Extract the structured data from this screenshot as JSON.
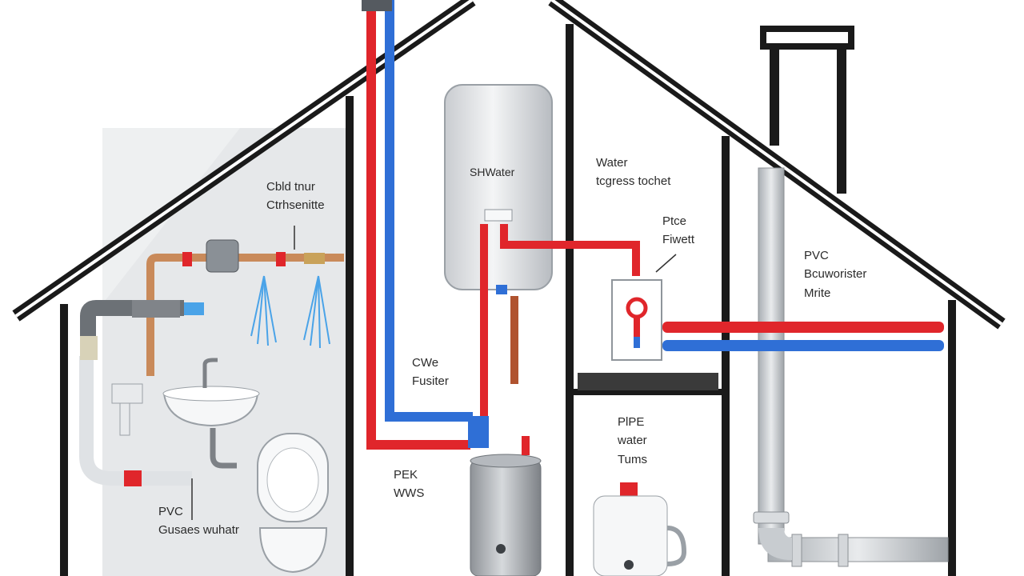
{
  "diagram": {
    "labels": {
      "cold_water": {
        "line1": "Cbld tnur",
        "line2": "Ctrhsenitte"
      },
      "shwater": {
        "line1": "SHWater"
      },
      "water_tee": {
        "line1": "Water",
        "line2": "tcgress tochet"
      },
      "pipe_fitting": {
        "line1": "Ptce",
        "line2": "Fiwett"
      },
      "pvc_top": {
        "line1": "PVC",
        "line2": "Bcuworister",
        "line3": "Mrite"
      },
      "cwe_hater": {
        "line1": "CWe",
        "line2": "Fusiter"
      },
      "pex": {
        "line1": "PEK",
        "line2": "WWS"
      },
      "pipe_water": {
        "line1": "PlPE",
        "line2": "water",
        "line3": "Tums"
      },
      "pvc_bottom": {
        "line1": "PVC",
        "line2": "Gusaes wuhatr"
      }
    },
    "colors": {
      "hot_pipe": "#e0262b",
      "cold_pipe": "#2f6fd6",
      "copper_pipe": "#c98a5a",
      "pvc_pipe": "#cfd3d7",
      "roof": "#1a1a1a",
      "water_spray": "#4aa3e8",
      "grey_panel": "#e6e8ea"
    }
  }
}
